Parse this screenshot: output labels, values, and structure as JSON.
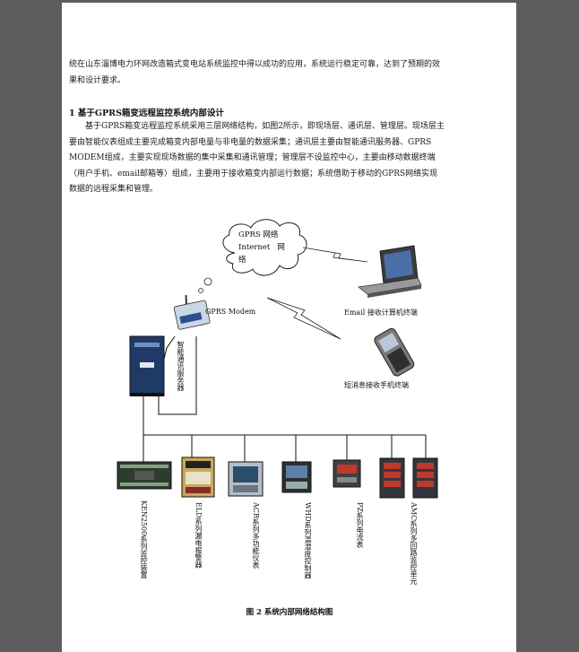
{
  "intro_text": "统在山东淄博电力环网改造箱式变电站系统监控中得以成功的应用，系统运行稳定可靠，达到了预期的效果和设计要求。",
  "section_heading": "1  基于GPRS箱变远程监控系统内部设计",
  "body_text": "基于GPRS箱变远程监控系统采用三层网络结构，如图2所示，即现场层、通讯层、管理层。现场层主要由智能仪表组成主要完成箱变内部电量与非电量的数据采集；通讯层主要由智能通讯服务器、GPRS MODEM组成，主要实现现场数据的集中采集和通讯管理；管理层不设监控中心，主要由移动数据终端（用户手机、email邮箱等）组成，主要用于接收箱变内部运行数据；系统借助于移动的GPRS网络实现数据的远程采集和管理。",
  "diagram": {
    "cloud_line1": "GPRS 网络",
    "cloud_line2": "Internet   网",
    "cloud_line3": "络",
    "gprs_modem": "GPRS Modem",
    "email_terminal": "Email 接收计算机终端",
    "sms_terminal": "短消息接收手机终端",
    "comm_server": "智能通讯服务器",
    "devices": [
      "KEN2500系列监控装置",
      "ELD系列漏电报警器",
      "ACR系列多功能仪表",
      "WHD系列温湿度控制器",
      "PZ系列电流表",
      "AMC系列多回路监控单元"
    ]
  },
  "caption": "图 2 系统内部网络结构图",
  "colors": {
    "page": "#ffffff",
    "background": "#5d5d5d",
    "text": "#1c1c1c"
  }
}
